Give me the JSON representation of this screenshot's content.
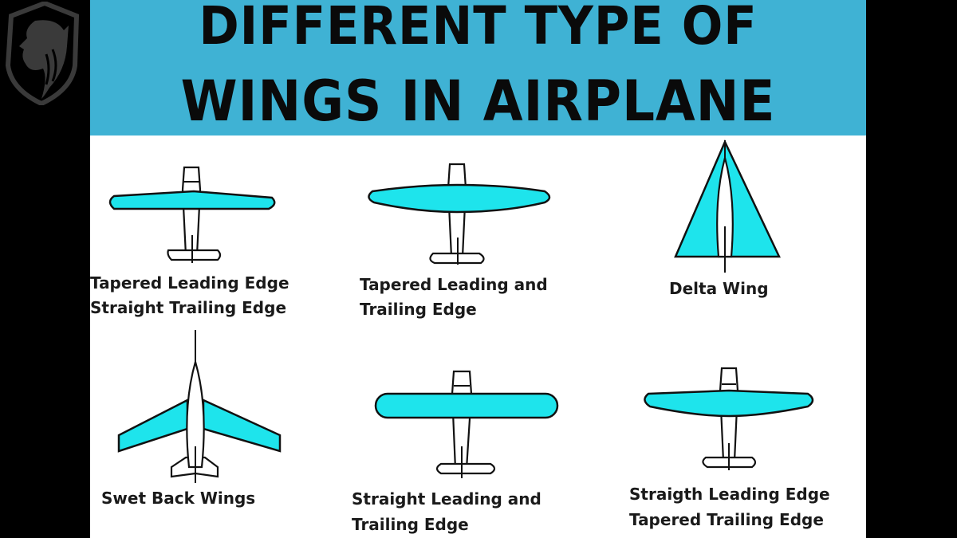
{
  "title": {
    "line1": "DIFFERENT TYPE OF",
    "line2": "WINGS IN AIRPLANE"
  },
  "logo": {
    "icon": "lion-shield-icon"
  },
  "colors": {
    "header_bg": "#3fb2d4",
    "wing_fill": "#1ee4ec",
    "frame_bg": "#000000",
    "panel_bg": "#ffffff"
  },
  "wing_types": [
    {
      "id": "tapered-leading-straight-trailing",
      "label_line1": "Tapered Leading Edge",
      "label_line2": "Straight Trailing Edge"
    },
    {
      "id": "tapered-leading-and-trailing",
      "label_line1": "Tapered Leading and",
      "label_line2": "Trailing Edge"
    },
    {
      "id": "delta",
      "label_line1": "Delta Wing",
      "label_line2": ""
    },
    {
      "id": "swept-back",
      "label_line1": "Swet Back Wings",
      "label_line2": ""
    },
    {
      "id": "straight-leading-and-trailing",
      "label_line1": "Straight Leading and",
      "label_line2": "Trailing Edge"
    },
    {
      "id": "straight-leading-tapered-trailing",
      "label_line1": "Straigth Leading Edge",
      "label_line2": "Tapered Trailing Edge"
    }
  ]
}
